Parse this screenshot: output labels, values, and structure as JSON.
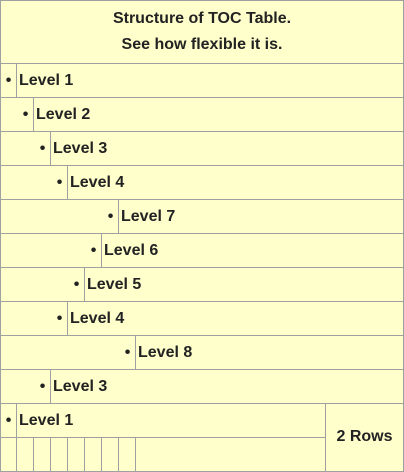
{
  "toc": {
    "title_line1": "Structure of TOC Table.",
    "title_line2": "See how flexible it is.",
    "bullet": "•",
    "rows": [
      {
        "label": "Level 1"
      },
      {
        "label": "Level 2"
      },
      {
        "label": "Level 3"
      },
      {
        "label": "Level 4"
      },
      {
        "label": "Level 7"
      },
      {
        "label": "Level 6"
      },
      {
        "label": "Level 5"
      },
      {
        "label": "Level 4"
      },
      {
        "label": "Level 8"
      },
      {
        "label": "Level 3"
      },
      {
        "label": "Level 1"
      }
    ],
    "rowspan_label": "2 Rows"
  }
}
